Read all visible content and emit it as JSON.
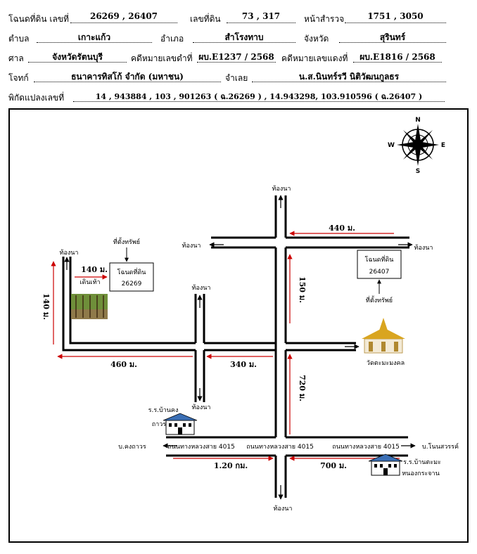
{
  "header": {
    "row1": {
      "deed_label": "โฉนดที่ดิน เลขที่",
      "deed_value": "26269 , 26407",
      "parcel_label": "เลขที่ดิน",
      "parcel_value": "73 , 317",
      "survey_label": "หน้าสำรวจ",
      "survey_value": "1751 , 3050"
    },
    "row2": {
      "subdistrict_label": "ตำบล",
      "subdistrict_value": "เกาะแก้ว",
      "district_label": "อำเภอ",
      "district_value": "สำโรงทาบ",
      "province_label": "จังหวัด",
      "province_value": "สุรินทร์"
    },
    "row3": {
      "court_label": "ศาล",
      "court_value": "จังหวัดรัตนบุรี",
      "black_case_label": "คดีหมายเลขดำที่",
      "black_case_value": "ผบ.E1237 / 2568",
      "red_case_label": "คดีหมายเลขแดงที่",
      "red_case_value": "ผบ.E1816 / 2568"
    },
    "row4": {
      "plaintiff_label": "โจทก์",
      "plaintiff_value": "ธนาคารทิสโก้ จำกัด (มหาชน)",
      "defendant_label": "จำเลย",
      "defendant_value": "น.ส.นินทร์รวี นิติวัฒนกูลธร"
    },
    "row5": {
      "coords_label": "พิกัดแปลงเลขที่",
      "coords_value": "14 , 943884 , 103 , 901263 ( ฉ.26269 ) , 14.943298, 103.910596 ( ฉ.26407 )"
    }
  },
  "map": {
    "compass": {
      "n": "N",
      "s": "S",
      "e": "E",
      "w": "W"
    },
    "field": "ท้องนา",
    "deed_box_title": "โฉนดที่ดิน",
    "deed_left_number": "26269",
    "deed_right_number": "26407",
    "property_location": "ที่ตั้งทรัพย์",
    "walk": "เดินเท้า",
    "temple": "วัดตะมะมงคล",
    "school_left_line1": "ร.ร.บ้านคง",
    "school_left_line2": "ถาวร",
    "school_right_line1": "ร.ร.บ้านตะมะ",
    "school_right_line2": "หนองกระจาน",
    "village_left": "บ.คงถาวร",
    "village_right": "บ.โนนสวรรค์",
    "highway": "ถนนทางหลวงสาย 4015",
    "distances": {
      "top_right": "440 ม.",
      "right_vertical": "150 ม.",
      "left_horizontal": "140 ม.",
      "left_vertical": "140 ม.",
      "bottom_left_horizontal": "460 ม.",
      "middle_horizontal": "340 ม.",
      "lower_vertical": "720 ม.",
      "highway_left": "1.20 กม.",
      "highway_right": "700 ม."
    },
    "colors": {
      "road": "#000000",
      "route_arrow": "#cc0000",
      "temple_gold": "#d9a520",
      "school_blue": "#3b6fb5",
      "tree_green": "#4f7a2a"
    }
  }
}
